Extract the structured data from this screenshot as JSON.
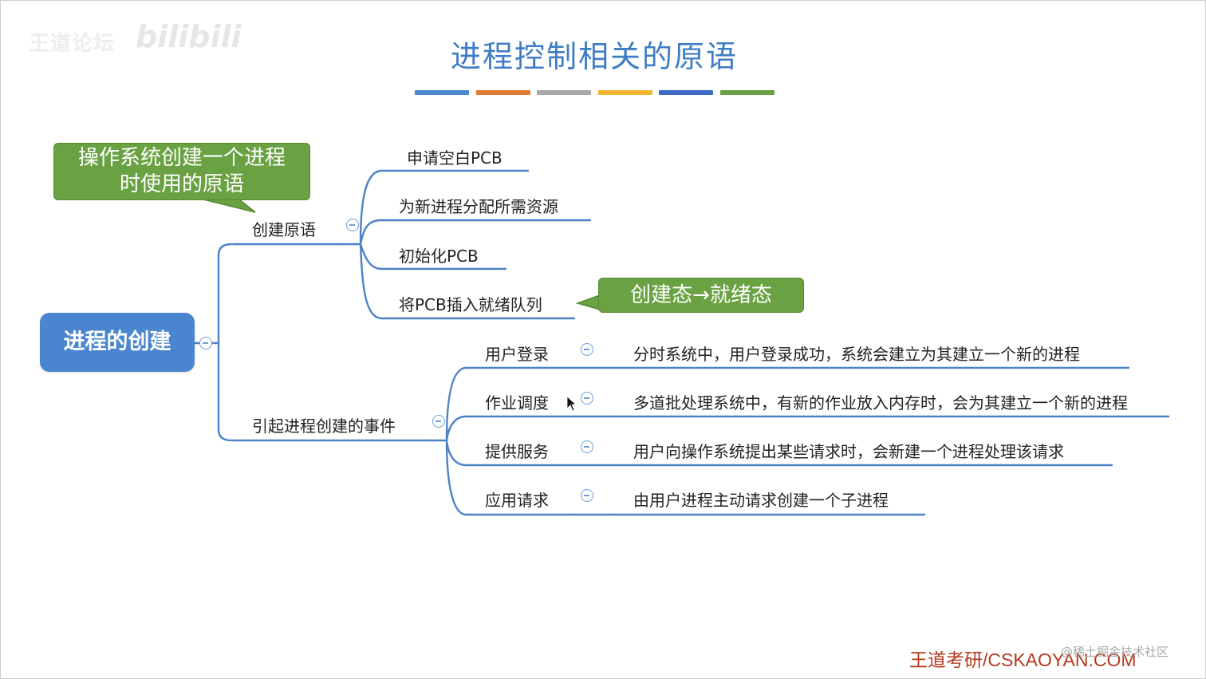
{
  "title": "进程控制相关的原语",
  "title_bar_colors": [
    "#4a8bd0",
    "#e07a35",
    "#a8a8a8",
    "#f2b531",
    "#3e6cc2",
    "#6aa243"
  ],
  "watermark_logo": "王道论坛",
  "watermark_site": "bilibili",
  "root": "进程的创建",
  "callout_create": "操作系统创建一个进程时使用的原语",
  "callout_create_line1": "操作系统创建一个进程",
  "callout_create_line2": "时使用的原语",
  "callout_state": "创建态→就绪态",
  "branch_primitive": {
    "label": "创建原语",
    "steps": [
      "申请空白PCB",
      "为新进程分配所需资源",
      "初始化PCB",
      "将PCB插入就绪队列"
    ]
  },
  "branch_events": {
    "label": "引起进程创建的事件",
    "events": [
      {
        "name": "用户登录",
        "desc": "分时系统中，用户登录成功，系统会建立为其建立一个新的进程"
      },
      {
        "name": "作业调度",
        "desc": "多道批处理系统中，有新的作业放入内存时，会为其建立一个新的进程"
      },
      {
        "name": "提供服务",
        "desc": "用户向操作系统提出某些请求时，会新建一个进程处理该请求"
      },
      {
        "name": "应用请求",
        "desc": "由用户进程主动请求创建一个子进程"
      }
    ]
  },
  "icons": {
    "collapse": "collapse-icon",
    "cursor": "mouse-cursor-icon"
  },
  "colors": {
    "accent": "#4a86cf",
    "branch_line": "#4e82c8",
    "callout": "#6aa243",
    "brand": "#b53a1f"
  },
  "footer_brand": "王道考研/CSKAOYAN.COM",
  "footer_watermark": "@稀土掘金技术社区"
}
